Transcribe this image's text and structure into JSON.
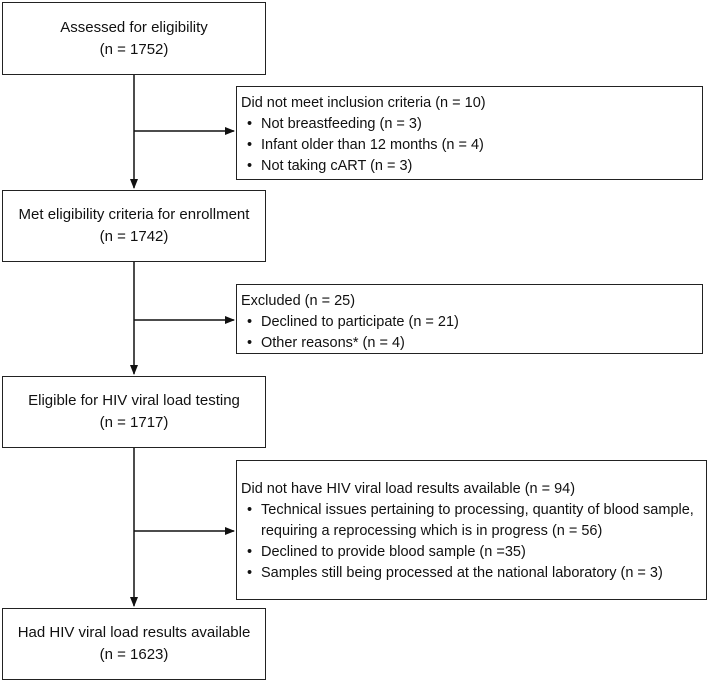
{
  "main_boxes": [
    {
      "title": "Assessed for eligibility",
      "count": "(n = 1752)"
    },
    {
      "title": "Met eligibility criteria for enrollment",
      "count": "(n = 1742)"
    },
    {
      "title": "Eligible for HIV viral load testing",
      "count": "(n = 1717)"
    },
    {
      "title": "Had HIV viral load results available",
      "count": "(n = 1623)"
    }
  ],
  "side_boxes": [
    {
      "heading": "Did not meet inclusion criteria (n = 10)",
      "items": [
        "Not breastfeeding (n = 3)",
        "Infant older than 12 months (n = 4)",
        "Not taking cART (n = 3)"
      ]
    },
    {
      "heading": "Excluded (n = 25)",
      "items": [
        "Declined to participate (n = 21)",
        "Other reasons* (n = 4)"
      ]
    },
    {
      "heading": "Did not have HIV viral load results available (n = 94)",
      "items": [
        "Technical issues pertaining to processing, quantity of blood sample, requiring a reprocessing which is in progress (n = 56)",
        "Declined to provide blood sample (n =35)",
        "Samples still being processed at the national laboratory (n = 3)"
      ]
    }
  ]
}
